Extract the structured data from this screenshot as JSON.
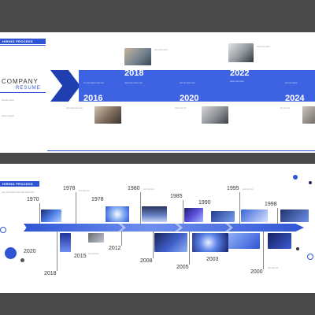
{
  "colors": {
    "accent": "#2f55d4",
    "band": "#3d63e3",
    "dark": "#1f3fb0",
    "frame": "#4a4a4a"
  },
  "slide1": {
    "tag": "HIRING PROCESS",
    "company": "COMPANY",
    "resume": "RESUME",
    "years": [
      "2016",
      "2018",
      "2020",
      "2022",
      "2024"
    ]
  },
  "slide2": {
    "tag": "HIRING PROCESS",
    "years_top": [
      "1970",
      "1978",
      "1978",
      "1980",
      "1985",
      "1990",
      "1995",
      "1998"
    ],
    "years_bottom": [
      "2020",
      "2018",
      "2015",
      "2012",
      "2008",
      "2005",
      "2003",
      "2000"
    ]
  }
}
